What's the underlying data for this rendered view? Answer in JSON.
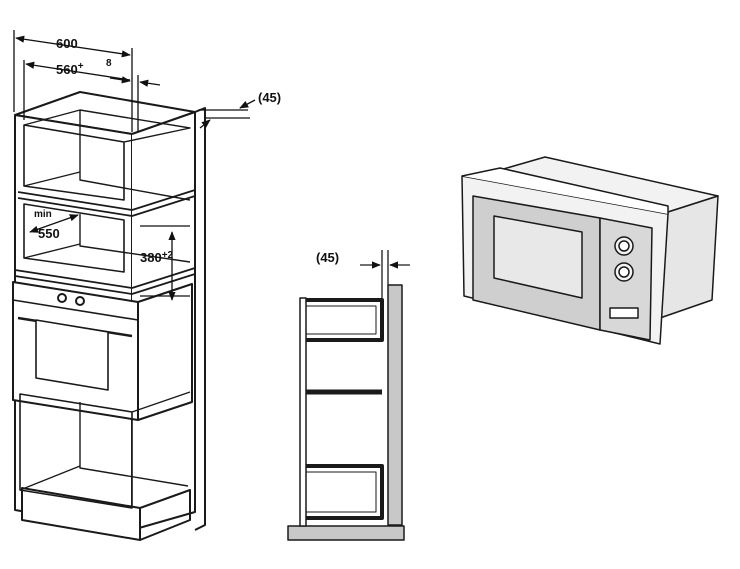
{
  "dimensions": {
    "width_600": "600",
    "width_560": "560",
    "width_560_tol": "+",
    "gap_8": "8",
    "rear_45": "(45)",
    "side_45": "(45)",
    "min_label": "min",
    "depth_550": "550",
    "height_380": "380",
    "height_380_tol": "+2"
  },
  "colors": {
    "line": "#1a1a1a",
    "wall_gray": "#c8c8c8",
    "microwave_body": "#f2f2f2",
    "microwave_panel": "#cfcfcf",
    "microwave_window": "#e8e8e8"
  },
  "icons": [
    "dimension-arrow",
    "tall-cabinet",
    "oven",
    "side-section",
    "built-in-microwave"
  ]
}
